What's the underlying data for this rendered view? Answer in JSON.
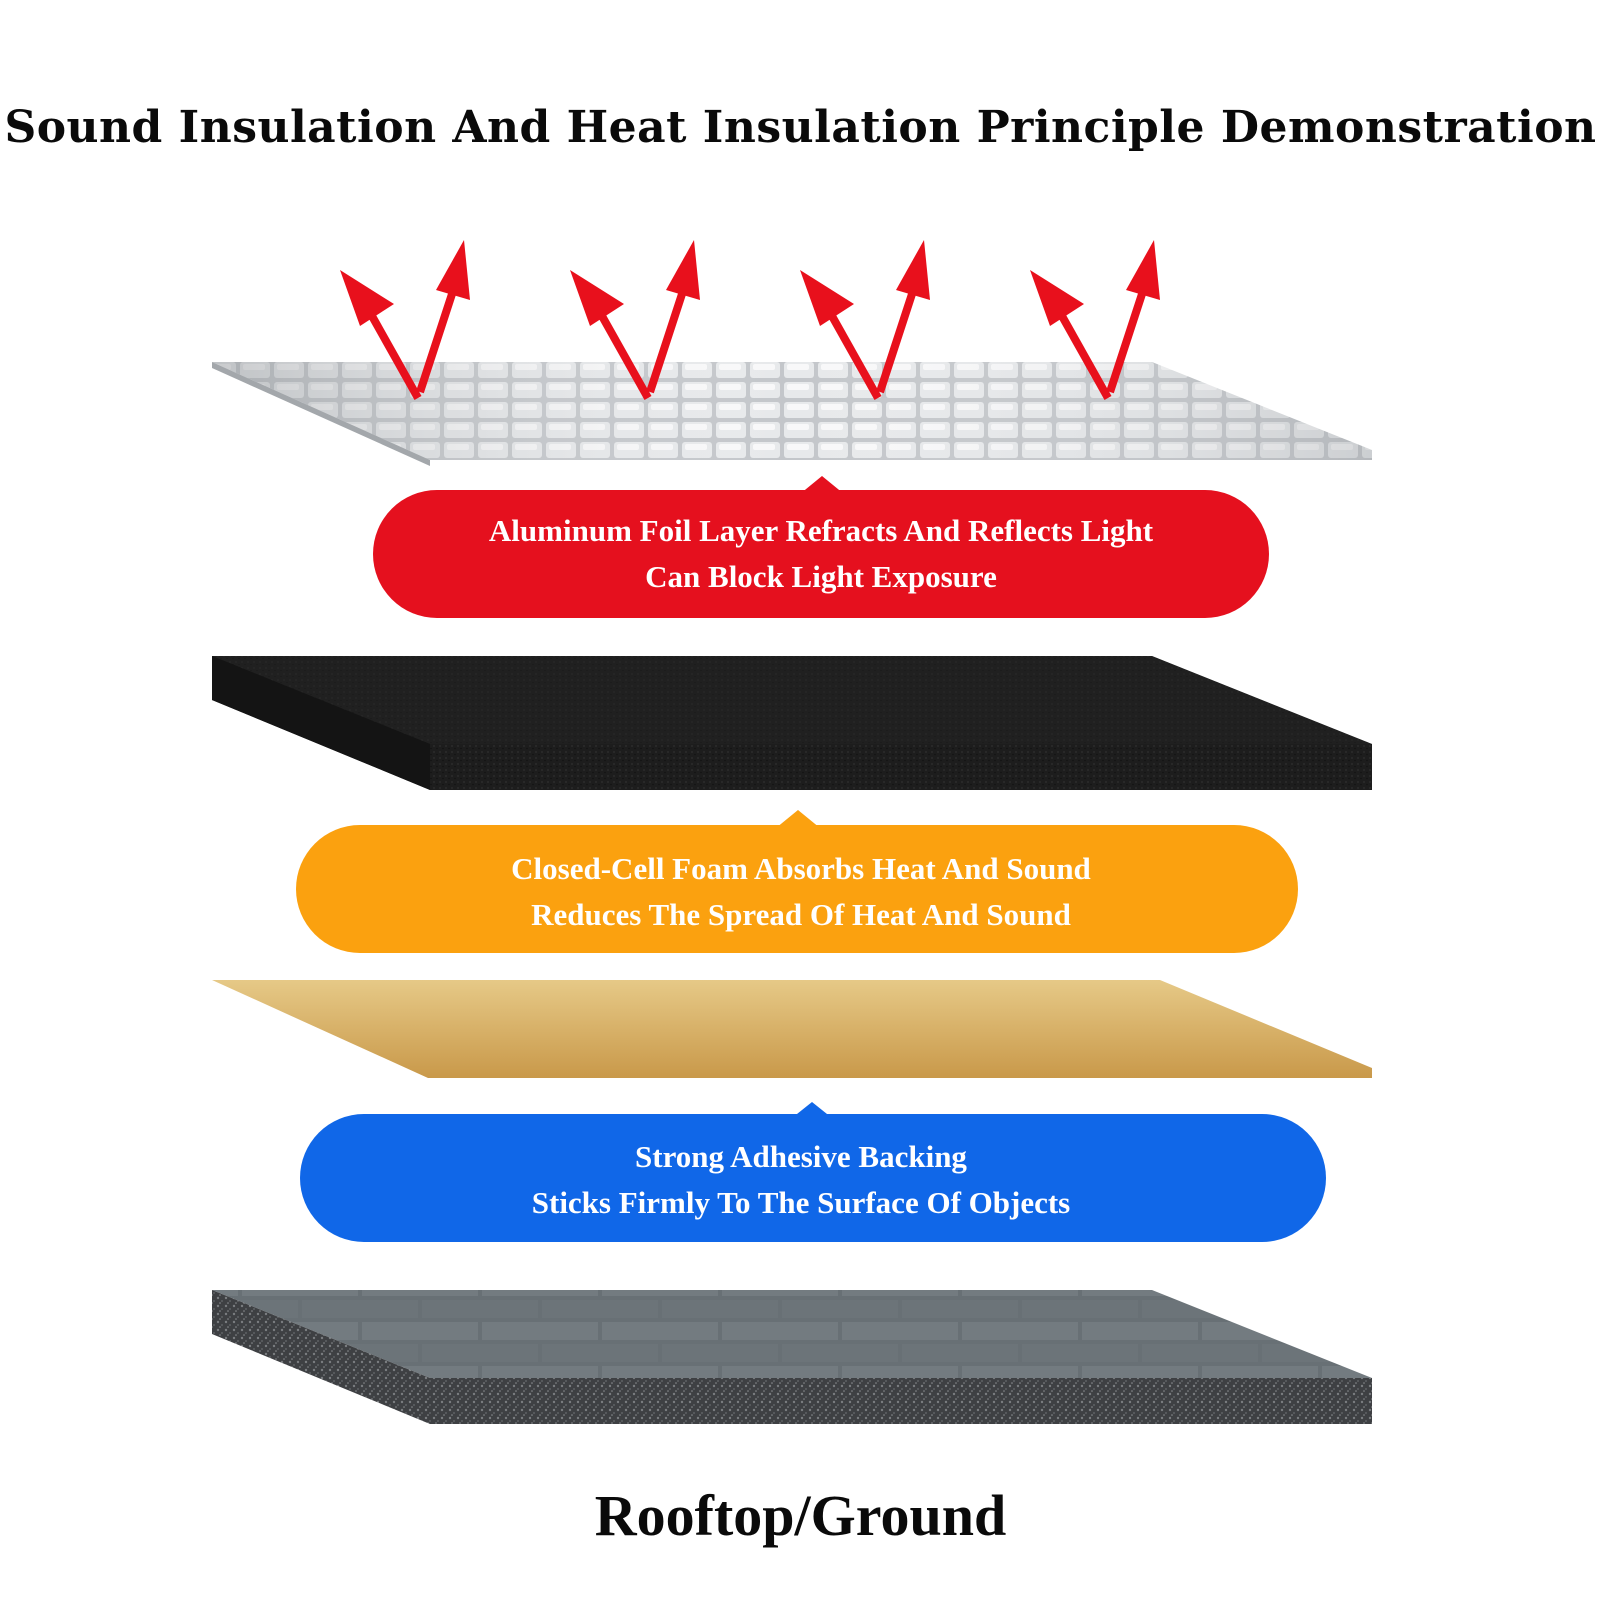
{
  "title": "Sound Insulation And Heat Insulation Principle Demonstration",
  "colors": {
    "foil": "#c9ccd0",
    "foam": "#1c1c1c",
    "adhesive": "#d9b36a",
    "surface": "#6d7378",
    "arrow": "#e8101c",
    "callout_red": "#e5101e",
    "callout_orange": "#fba10f",
    "callout_blue": "#1067e8"
  },
  "callouts": [
    {
      "id": "foil",
      "color_key": "callout_red",
      "lines": [
        "Aluminum Foil Layer Refracts And Reflects Light",
        "Can Block Light Exposure"
      ]
    },
    {
      "id": "foam",
      "color_key": "callout_orange",
      "lines": [
        "Closed-Cell Foam Absorbs Heat And Sound",
        "Reduces The Spread Of Heat And Sound"
      ]
    },
    {
      "id": "adhesive",
      "color_key": "callout_blue",
      "lines": [
        "Strong Adhesive Backing",
        "Sticks Firmly To The Surface Of Objects"
      ]
    }
  ],
  "footer": "Rooftop/Ground"
}
